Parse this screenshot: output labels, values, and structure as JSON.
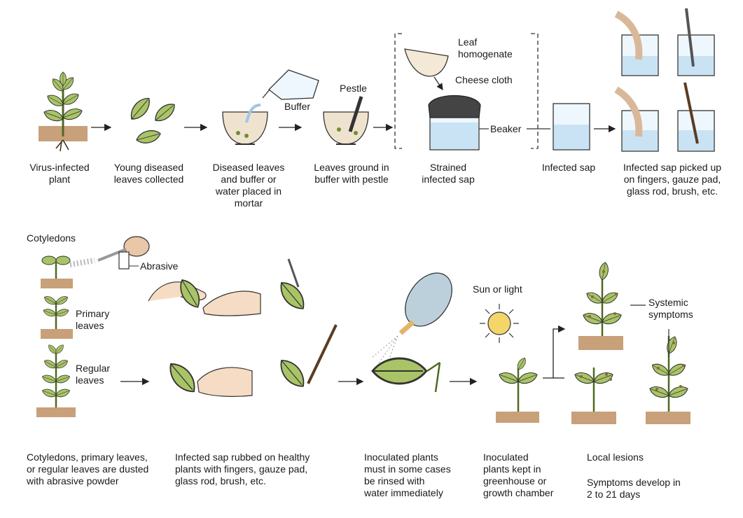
{
  "steps_top": {
    "virus_infected_plant": "Virus-infected\nplant",
    "young_leaves": "Young diseased\nleaves collected",
    "mortar": "Diseased leaves\nand buffer or\nwater placed in\nmortar",
    "ground": "Leaves ground in\nbuffer with pestle",
    "strained": "Strained\ninfected sap",
    "infected_sap": "Infected sap",
    "picked_up": "Infected sap picked up\non fingers, gauze pad,\nglass rod, brush, etc."
  },
  "callouts": {
    "buffer": "Buffer",
    "pestle": "Pestle",
    "leaf_homogenate": "Leaf\nhomogenate",
    "cheese_cloth": "Cheese cloth",
    "beaker": "Beaker",
    "cotyledons": "Cotyledons",
    "abrasive": "Abrasive",
    "primary_leaves": "Primary\nleaves",
    "regular_leaves": "Regular\nleaves",
    "sun_or_light": "Sun or light",
    "systemic_symptoms": "Systemic\nsymptoms"
  },
  "steps_bottom": {
    "dusted": "Cotyledons, primary leaves,\nor regular leaves are dusted\nwith abrasive powder",
    "rubbed": "Infected sap rubbed on healthy\nplants with fingers, gauze pad,\nglass rod, brush, etc.",
    "rinsed": "Inoculated plants\nmust in some cases\nbe rinsed with\nwater immediately",
    "greenhouse": "Inoculated\nplants kept in\ngreenhouse or\ngrowth chamber",
    "local_lesions": "Local lesions",
    "symptoms_develop": "Symptoms develop in\n2 to 21 days"
  },
  "colors": {
    "leaf": "#a9c466",
    "leaf_dark": "#6f8f2e",
    "soil": "#c8a07a",
    "liquid": "#c9e3f5",
    "skin": "#f6dcc4",
    "lesion": "#8a6a3a",
    "line": "#222222"
  }
}
